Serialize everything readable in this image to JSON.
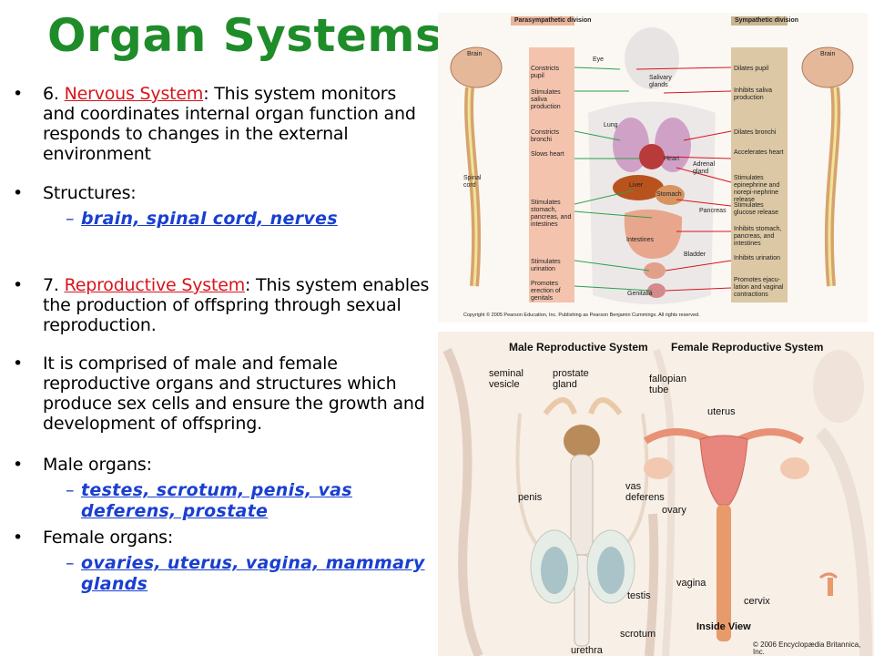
{
  "slide": {
    "title": "Organ Systems",
    "bullets": [
      {
        "prefix": "6. ",
        "highlight": "Nervous System",
        "rest": ": This system monitors and coordinates internal organ function and responds to changes in the external environment"
      },
      {
        "text": "Structures:"
      },
      {
        "prefix": "7. ",
        "highlight": "Reproductive System",
        "rest": ": This system enables the production of offspring through sexual reproduction."
      },
      {
        "text": "It is comprised of male and female reproductive organs and structures which produce sex cells and ensure the growth and development of offspring."
      },
      {
        "text": "Male organs:"
      },
      {
        "text": "Female organs:"
      }
    ],
    "subitems": [
      "brain, spinal cord, nerves",
      "testes, scrotum, penis, vas deferens, prostate",
      "ovaries, uterus, vagina, mammary glands"
    ],
    "bullet_glyph": "•",
    "dash_glyph": "–",
    "colors": {
      "title": "#1f8c2a",
      "highlight": "#d8141c",
      "subitem": "#1a3fd0"
    }
  },
  "nervous_diagram": {
    "header_left": "Parasympathetic division",
    "header_right": "Sympathetic division",
    "brain_left": "Brain",
    "brain_right": "Brain",
    "spinal": "Spinal cord",
    "organs": [
      "Eye",
      "Salivary glands",
      "Lung",
      "Heart",
      "Adrenal gland",
      "Liver",
      "Stomach",
      "Pancreas",
      "Intestines",
      "Bladder",
      "Genitalia"
    ],
    "para_actions": [
      "Constricts pupil",
      "Stimulates saliva production",
      "Constricts bronchi",
      "Slows heart",
      "Stimulates stomach, pancreas, and intestines",
      "Stimulates urination",
      "Promotes erection of genitals"
    ],
    "symp_actions": [
      "Dilates pupil",
      "Inhibits saliva production",
      "Dilates bronchi",
      "Accelerates heart",
      "Stimulates epinephrine and norepi-nephrine release",
      "Stimulates glucose release",
      "Inhibits stomach, pancreas, and intestines",
      "Inhibits urination",
      "Promotes ejacu-lation and vaginal contractions"
    ],
    "copyright": "Copyright © 2005 Pearson Education, Inc. Publishing as Pearson Benjamin Cummings. All rights reserved."
  },
  "repro_diagram": {
    "male_title": "Male Reproductive System",
    "female_title": "Female Reproductive System",
    "male_labels": [
      "seminal vesicle",
      "prostate gland",
      "penis",
      "vas deferens",
      "testis",
      "scrotum",
      "urethra"
    ],
    "female_labels": [
      "fallopian tube",
      "uterus",
      "ovary",
      "cervix",
      "vagina"
    ],
    "inside_view": "Inside View",
    "copyright": "© 2006 Encyclopædia Britannica, Inc."
  }
}
